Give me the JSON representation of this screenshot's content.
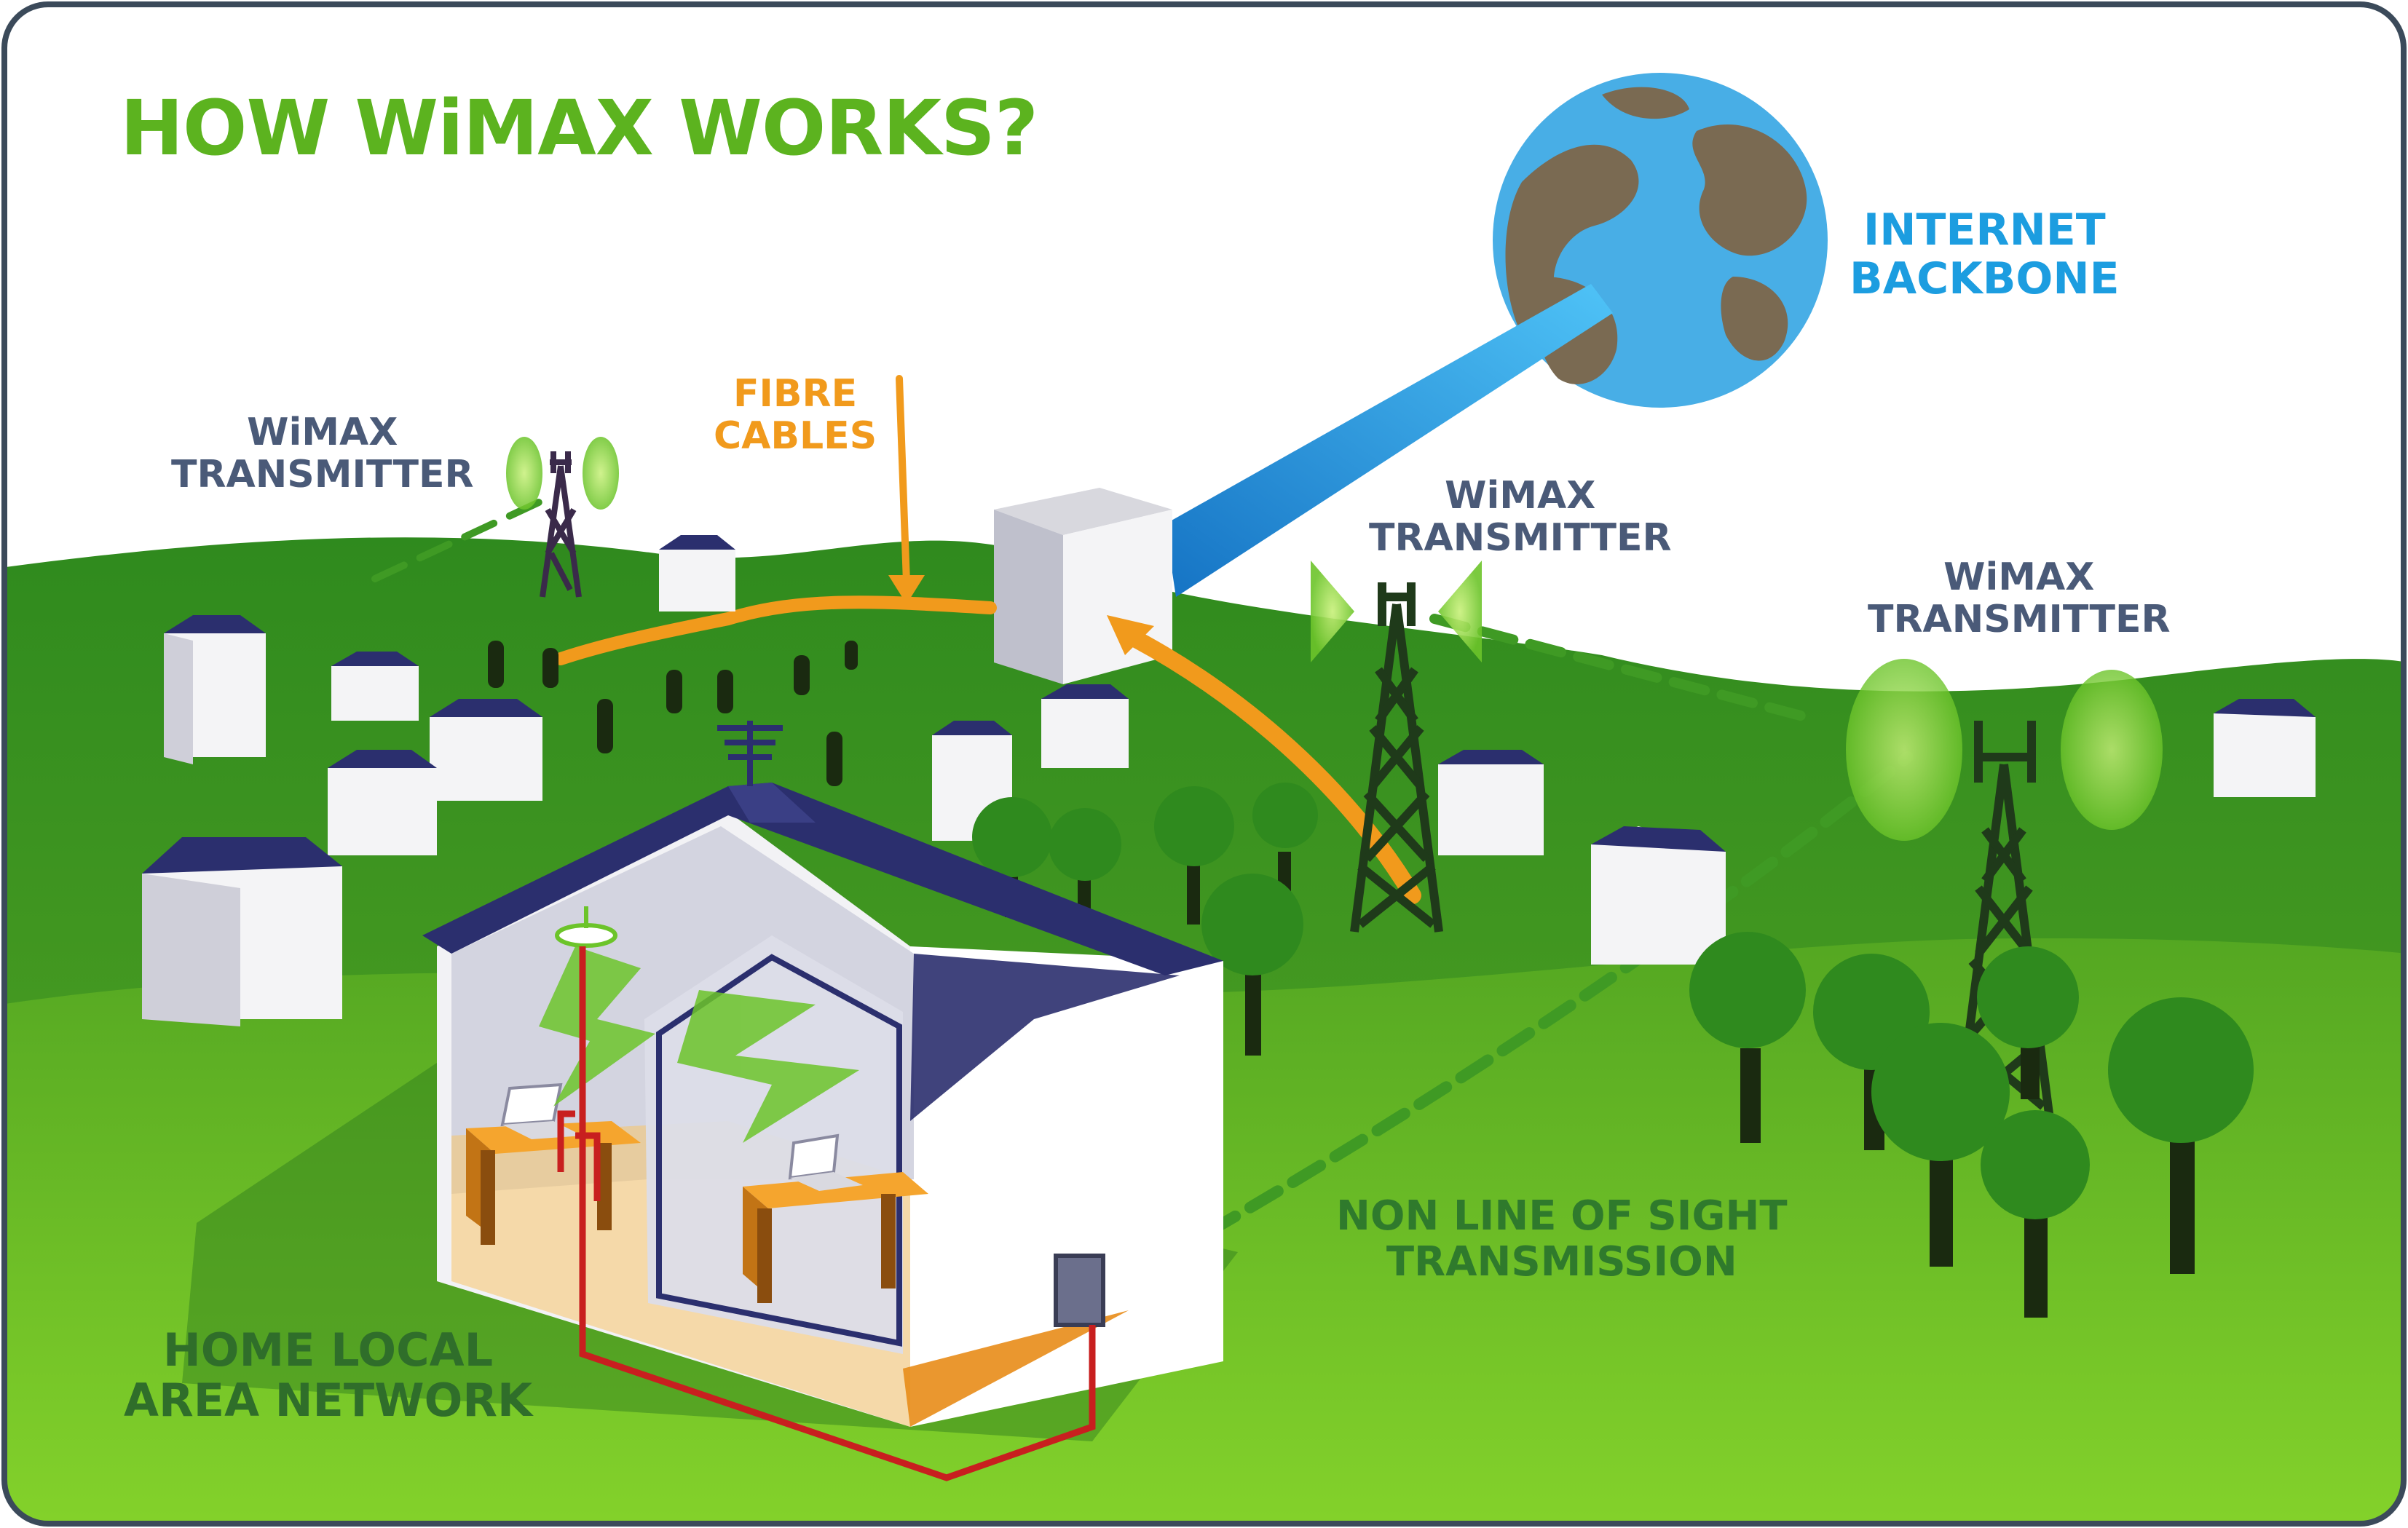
{
  "title": "HOW WiMAX WORKS?",
  "labels": {
    "internet_backbone": [
      "INTERNET",
      "BACKBONE"
    ],
    "fibre_cables": [
      "FIBRE",
      "CABLES"
    ],
    "transmitter_left": [
      "WiMAX",
      "TRANSMITTER"
    ],
    "transmitter_middle": [
      "WiMAX",
      "TRANSMITTER"
    ],
    "transmitter_right": [
      "WiMAX",
      "TRANSMITTER"
    ],
    "non_line_of_sight": [
      "NON LINE OF SIGHT",
      "TRANSMISSION"
    ],
    "home_lan": [
      "HOME LOCAL",
      "AREA NETWORK"
    ]
  },
  "colors": {
    "title": "#5cb31f",
    "internet": "#1c9de0",
    "fibre": "#f19a1c",
    "transmitter_label": "#4a5a78",
    "nlos_label": "#2f7a2c",
    "home_label": "#2f6e2a",
    "hill_dark": "#2f8a1e",
    "hill_light": "#7ed321",
    "sky": "#ffffff",
    "globe_ocean": "#48aee6",
    "globe_land": "#7a6a52",
    "beam": "#1d8fd6",
    "house_wall": "#f3f3f3",
    "house_roof": "#2b2f6e",
    "tower": "#1f3a1a",
    "lan_cable": "#c81f1f",
    "desk": "#f19a1c",
    "border": "#3b4a5a"
  },
  "icons": [
    "globe-icon",
    "transmitter-tower-icon",
    "building-icon",
    "house-icon",
    "tree-icon",
    "laptop-icon",
    "router-icon"
  ]
}
